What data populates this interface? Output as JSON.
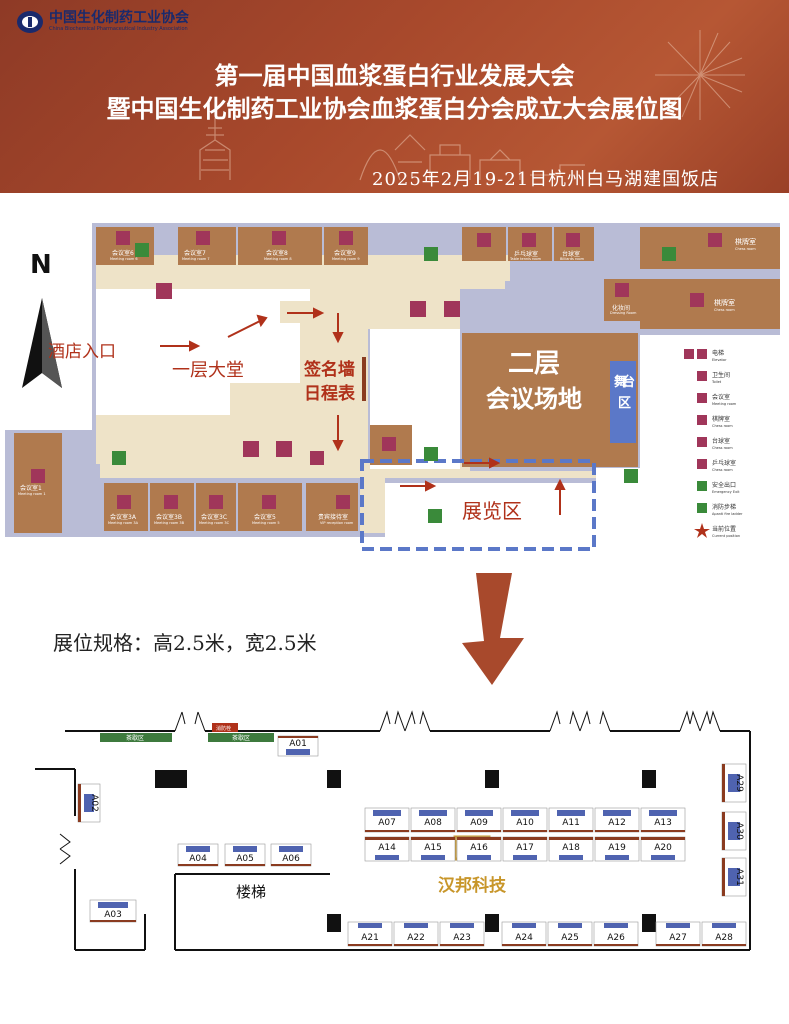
{
  "header": {
    "org_name": "中国生化制药工业协会",
    "org_name_en": "China Biochemical Pharmaceutical Industry Association",
    "title_line1": "第一届中国血浆蛋白行业发展大会",
    "title_line2": "暨中国生化制药工业协会血浆蛋白分会成立大会展位图",
    "date_location": "2025年2月19-21日杭州白马湖建国饭店"
  },
  "floor_plan": {
    "north": "N",
    "hotel_entrance": "酒店入口",
    "lobby": "一层大堂",
    "sign_wall_1": "签名墙",
    "sign_wall_2": "日程表",
    "venue_1": "二层",
    "venue_2": "会议场地",
    "stage": "舞台区",
    "exhibit_area": "展览区",
    "rooms": [
      {
        "name": "会议室6",
        "en": "Meeting room 6"
      },
      {
        "name": "会议室7",
        "en": "Meeting room 7"
      },
      {
        "name": "会议室8",
        "en": "Meeting room 8"
      },
      {
        "name": "会议室9",
        "en": "Meeting room 9"
      },
      {
        "name": "乒乓球室",
        "en": "Table tennis room"
      },
      {
        "name": "台球室",
        "en": "Billiards room"
      },
      {
        "name": "棋牌室",
        "en": "Chess room"
      },
      {
        "name": "化妆间",
        "en": "Dressing Room"
      },
      {
        "name": "棋牌室",
        "en": "Chess room"
      },
      {
        "name": "会议室1",
        "en": "Meeting room 1"
      },
      {
        "name": "会议室3A",
        "en": "Meeting room 3A"
      },
      {
        "name": "会议室3B",
        "en": "Meeting room 3B"
      },
      {
        "name": "会议室3C",
        "en": "Meeting room 3C"
      },
      {
        "name": "会议室5",
        "en": "Meeting room 5"
      },
      {
        "name": "贵宾接待室",
        "en": "VIP reception room"
      }
    ],
    "legend": [
      {
        "name": "电梯",
        "en": "Elevator"
      },
      {
        "name": "卫生间",
        "en": "Toilet"
      },
      {
        "name": "会议室",
        "en": "Meeting room"
      },
      {
        "name": "棋牌室",
        "en": "Chess room"
      },
      {
        "name": "台球室",
        "en": "Chess room"
      },
      {
        "name": "乒乓球室",
        "en": "Chess room"
      },
      {
        "name": "安全出口",
        "en": "Emergency Exit"
      },
      {
        "name": "消防步梯",
        "en": "Apanti fire ladder"
      },
      {
        "name": "当前位置",
        "en": "Current position"
      }
    ]
  },
  "spec": "展位规格：高2.5米，宽2.5米",
  "booth_plan": {
    "tea_area_1": "茶歇区",
    "tea_area_2": "茶歇区",
    "fire_hydrant": "消防栓",
    "stairs": "楼梯",
    "highlight_company": "汉邦科技",
    "booths": [
      "A01",
      "A02",
      "A03",
      "A04",
      "A05",
      "A06",
      "A07",
      "A08",
      "A09",
      "A10",
      "A11",
      "A12",
      "A13",
      "A14",
      "A15",
      "A16",
      "A17",
      "A18",
      "A19",
      "A20",
      "A21",
      "A22",
      "A23",
      "A24",
      "A25",
      "A26",
      "A27",
      "A28",
      "A29",
      "A30",
      "A31"
    ]
  },
  "colors": {
    "header_bg": "#9c4229",
    "room_brown": "#b07a4e",
    "floor_beige": "#eee3c8",
    "wall_gray": "#b9bcd6",
    "booth_blue": "#4f63b0",
    "booth_rail": "#8a3b20",
    "tea_green": "#3d7a3d",
    "highlight_gold": "#c8962a",
    "icon_magenta": "#a0365a",
    "exit_green": "#3a8a3a"
  }
}
